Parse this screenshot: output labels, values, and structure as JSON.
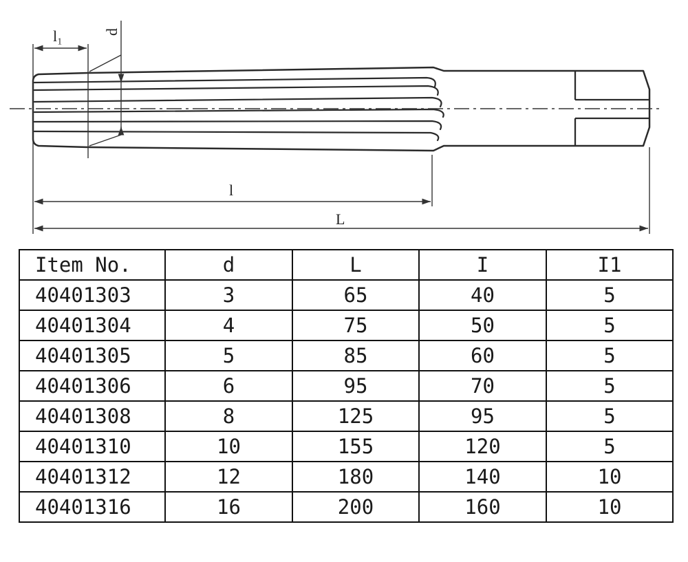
{
  "drawing": {
    "labels": {
      "l1": "l₁",
      "d": "d",
      "l": "l",
      "L": "L"
    }
  },
  "table": {
    "headers": [
      "Item No.",
      "d",
      "L",
      "I",
      "I1"
    ],
    "rows": [
      [
        "40401303",
        "3",
        "65",
        "40",
        "5"
      ],
      [
        "40401304",
        "4",
        "75",
        "50",
        "5"
      ],
      [
        "40401305",
        "5",
        "85",
        "60",
        "5"
      ],
      [
        "40401306",
        "6",
        "95",
        "70",
        "5"
      ],
      [
        "40401308",
        "8",
        "125",
        "95",
        "5"
      ],
      [
        "40401310",
        "10",
        "155",
        "120",
        "5"
      ],
      [
        "40401312",
        "12",
        "180",
        "140",
        "10"
      ],
      [
        "40401316",
        "16",
        "200",
        "160",
        "10"
      ]
    ]
  }
}
